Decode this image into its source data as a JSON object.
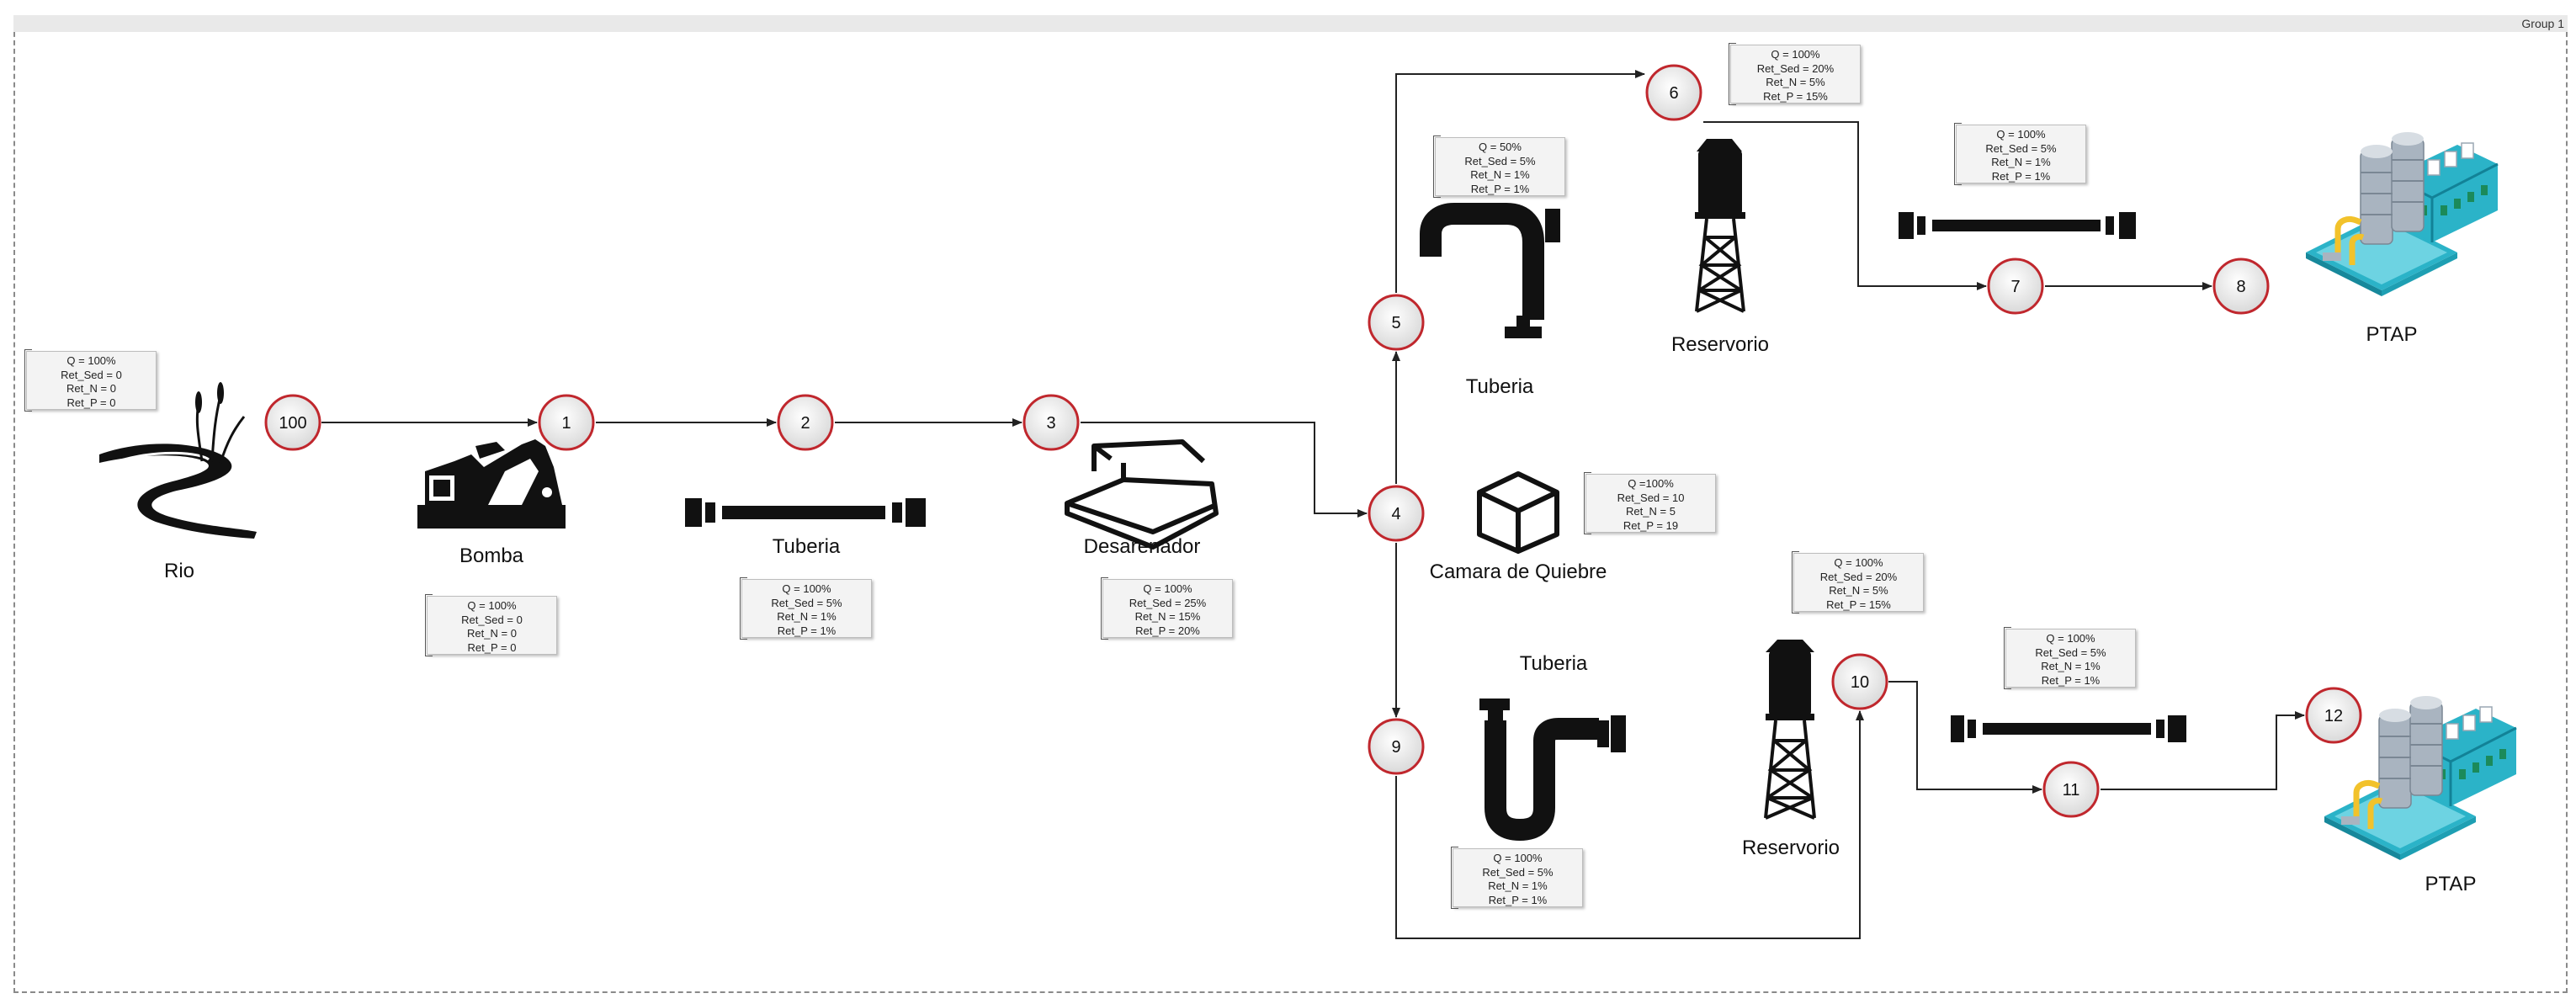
{
  "group": {
    "title": "Group 1"
  },
  "nodes": [
    {
      "id": "n100",
      "label": "100"
    },
    {
      "id": "n1",
      "label": "1"
    },
    {
      "id": "n2",
      "label": "2"
    },
    {
      "id": "n3",
      "label": "3"
    },
    {
      "id": "n4",
      "label": "4"
    },
    {
      "id": "n5",
      "label": "5"
    },
    {
      "id": "n6",
      "label": "6"
    },
    {
      "id": "n7",
      "label": "7"
    },
    {
      "id": "n8",
      "label": "8"
    },
    {
      "id": "n9",
      "label": "9"
    },
    {
      "id": "n10",
      "label": "10"
    },
    {
      "id": "n11",
      "label": "11"
    },
    {
      "id": "n12",
      "label": "12"
    }
  ],
  "components": {
    "rio": {
      "label": "Rio",
      "icon": "river-icon"
    },
    "bomba": {
      "label": "Bomba",
      "icon": "pump-icon"
    },
    "tuberia_1": {
      "label": "Tuberia",
      "icon": "straight-pipe-icon"
    },
    "desarenador": {
      "label": "Desarenador",
      "icon": "sand-trap-icon"
    },
    "camara": {
      "label": "Camara de Quiebre",
      "icon": "box-icon"
    },
    "tuberia_up": {
      "label": "Tuberia",
      "icon": "bent-pipe-icon"
    },
    "reservorio_up": {
      "label": "Reservorio",
      "icon": "water-tower-icon"
    },
    "tuberia_up2": {
      "label": "",
      "icon": "straight-pipe-icon"
    },
    "ptap_up": {
      "label": "PTAP",
      "icon": "treatment-plant-icon"
    },
    "tuberia_down": {
      "label": "Tuberia",
      "icon": "u-pipe-icon"
    },
    "reservorio_down": {
      "label": "Reservorio",
      "icon": "water-tower-icon"
    },
    "tuberia_down2": {
      "label": "",
      "icon": "straight-pipe-icon"
    },
    "ptap_down": {
      "label": "PTAP",
      "icon": "treatment-plant-icon"
    }
  },
  "notes": {
    "rio": [
      "Q = 100%",
      "Ret_Sed = 0",
      "Ret_N = 0",
      "Ret_P = 0"
    ],
    "bomba": [
      "Q = 100%",
      "Ret_Sed = 0",
      "Ret_N = 0",
      "Ret_P = 0"
    ],
    "tuberia_1": [
      "Q = 100%",
      "Ret_Sed = 5%",
      "Ret_N = 1%",
      "Ret_P = 1%"
    ],
    "desarenador": [
      "Q = 100%",
      "Ret_Sed = 25%",
      "Ret_N = 15%",
      "Ret_P = 20%"
    ],
    "camara": [
      "Q =100%",
      "Ret_Sed = 10",
      "Ret_N = 5",
      "Ret_P = 19"
    ],
    "tuberia_up": [
      "Q = 50%",
      "Ret_Sed = 5%",
      "Ret_N = 1%",
      "Ret_P = 1%"
    ],
    "reservorio_up": [
      "Q = 100%",
      "Ret_Sed = 20%",
      "Ret_N = 5%",
      "Ret_P = 15%"
    ],
    "tuberia_up2": [
      "Q = 100%",
      "Ret_Sed = 5%",
      "Ret_N = 1%",
      "Ret_P = 1%"
    ],
    "reservorio_down": [
      "Q = 100%",
      "Ret_Sed = 20%",
      "Ret_N = 5%",
      "Ret_P = 15%"
    ],
    "tuberia_down2": [
      "Q = 100%",
      "Ret_Sed = 5%",
      "Ret_N = 1%",
      "Ret_P = 1%"
    ],
    "tuberia_down": [
      "Q = 100%",
      "Ret_Sed = 5%",
      "Ret_N = 1%",
      "Ret_P = 1%"
    ]
  },
  "edges": [
    [
      "n100",
      "n1"
    ],
    [
      "n1",
      "n2"
    ],
    [
      "n2",
      "n3"
    ],
    [
      "n3",
      "n4"
    ],
    [
      "n4",
      "n5"
    ],
    [
      "n5",
      "n6"
    ],
    [
      "n6",
      "n7"
    ],
    [
      "n7",
      "n8"
    ],
    [
      "n4",
      "n9"
    ],
    [
      "n9",
      "n10"
    ],
    [
      "n10",
      "n11"
    ],
    [
      "n11",
      "n12"
    ]
  ],
  "colors": {
    "node_fill": "#ececec",
    "node_border": "#c0272d",
    "line": "#222222",
    "pipe": "#111111",
    "plant_teal": "#2bb3c8",
    "plant_gray": "#a9b4c0",
    "plant_yellow": "#f2c22b"
  }
}
